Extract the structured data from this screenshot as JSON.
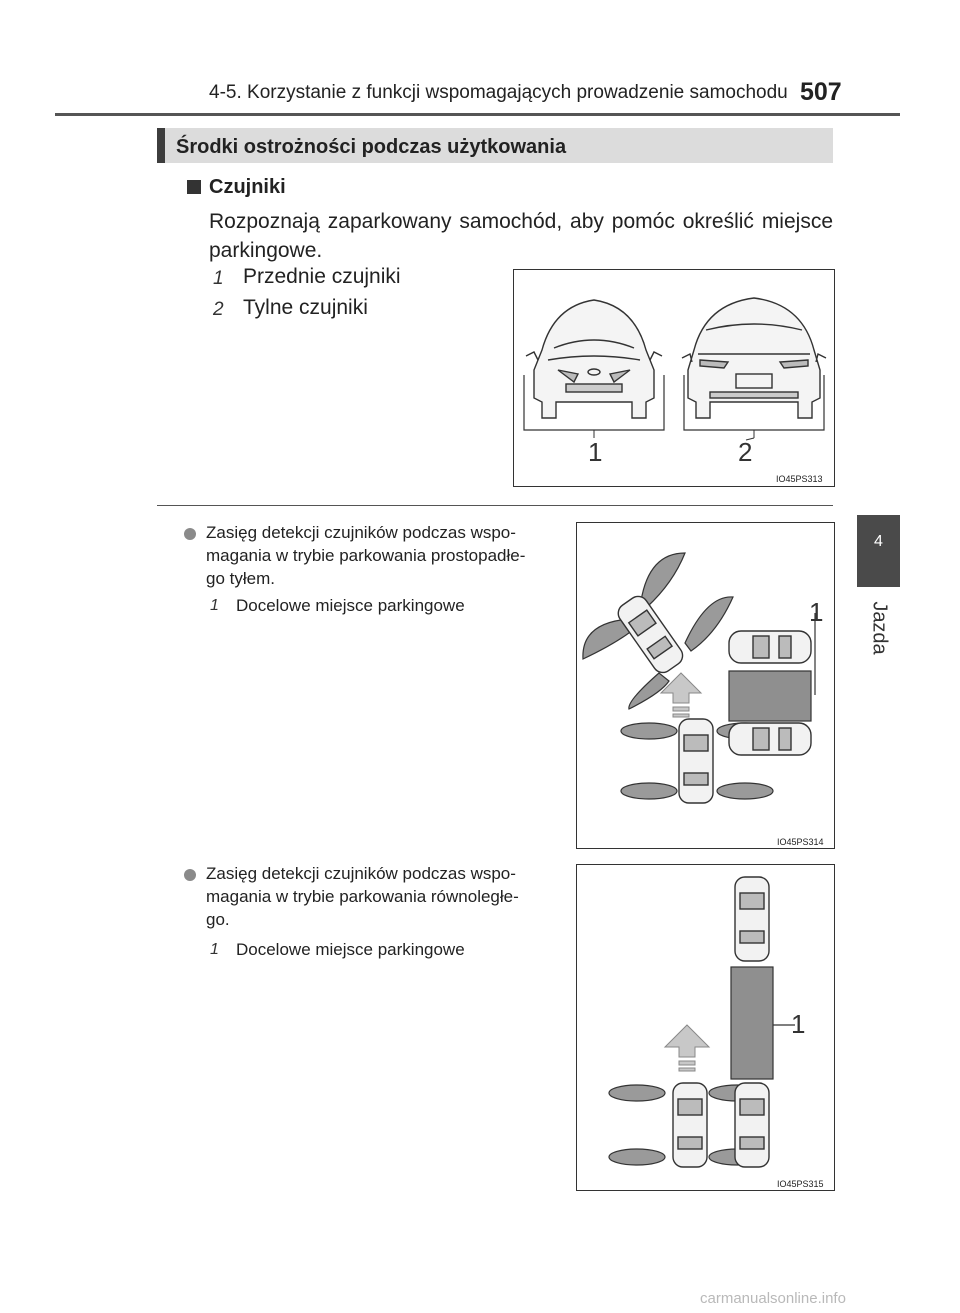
{
  "header": {
    "title": "4-5. Korzystanie z funkcji wspomagających prowadzenie samochodu",
    "page_number": "507"
  },
  "side_tab": {
    "number": "4",
    "label": "Jazda"
  },
  "section": {
    "title": "Środki ostrożności podczas użytkowania"
  },
  "subsection": {
    "title": "Czujniki",
    "description": "Rozpoznają zaparkowany samochód, aby pomóc określić miejsce parkingowe.",
    "items": [
      {
        "number": "1",
        "label": "Przednie czujniki"
      },
      {
        "number": "2",
        "label": "Tylne czujniki"
      }
    ],
    "figure": {
      "code": "IO45PS313",
      "callouts": [
        "1",
        "2"
      ]
    }
  },
  "bullets": [
    {
      "line1": "Zasięg detekcji czujników podczas wspo-",
      "line2": "magania w trybie parkowania prostopadłe-",
      "line3": "go tyłem.",
      "target_number": "1",
      "target_label": "Docelowe miejsce parkingowe",
      "figure_code": "IO45PS314",
      "callout": "1"
    },
    {
      "line1": "Zasięg detekcji czujników podczas wspo-",
      "line2": "magania w trybie parkowania równoległe-",
      "line3": "go.",
      "target_number": "1",
      "target_label": "Docelowe miejsce parkingowe",
      "figure_code": "IO45PS315",
      "callout": "1"
    }
  ],
  "watermark": "carmanualsonline.info",
  "colors": {
    "tab": "#4a4a4a",
    "section_bar": "#dcdcdc",
    "sensor_zone": "#9a9a9a",
    "parking_area": "#8f8f8f"
  }
}
